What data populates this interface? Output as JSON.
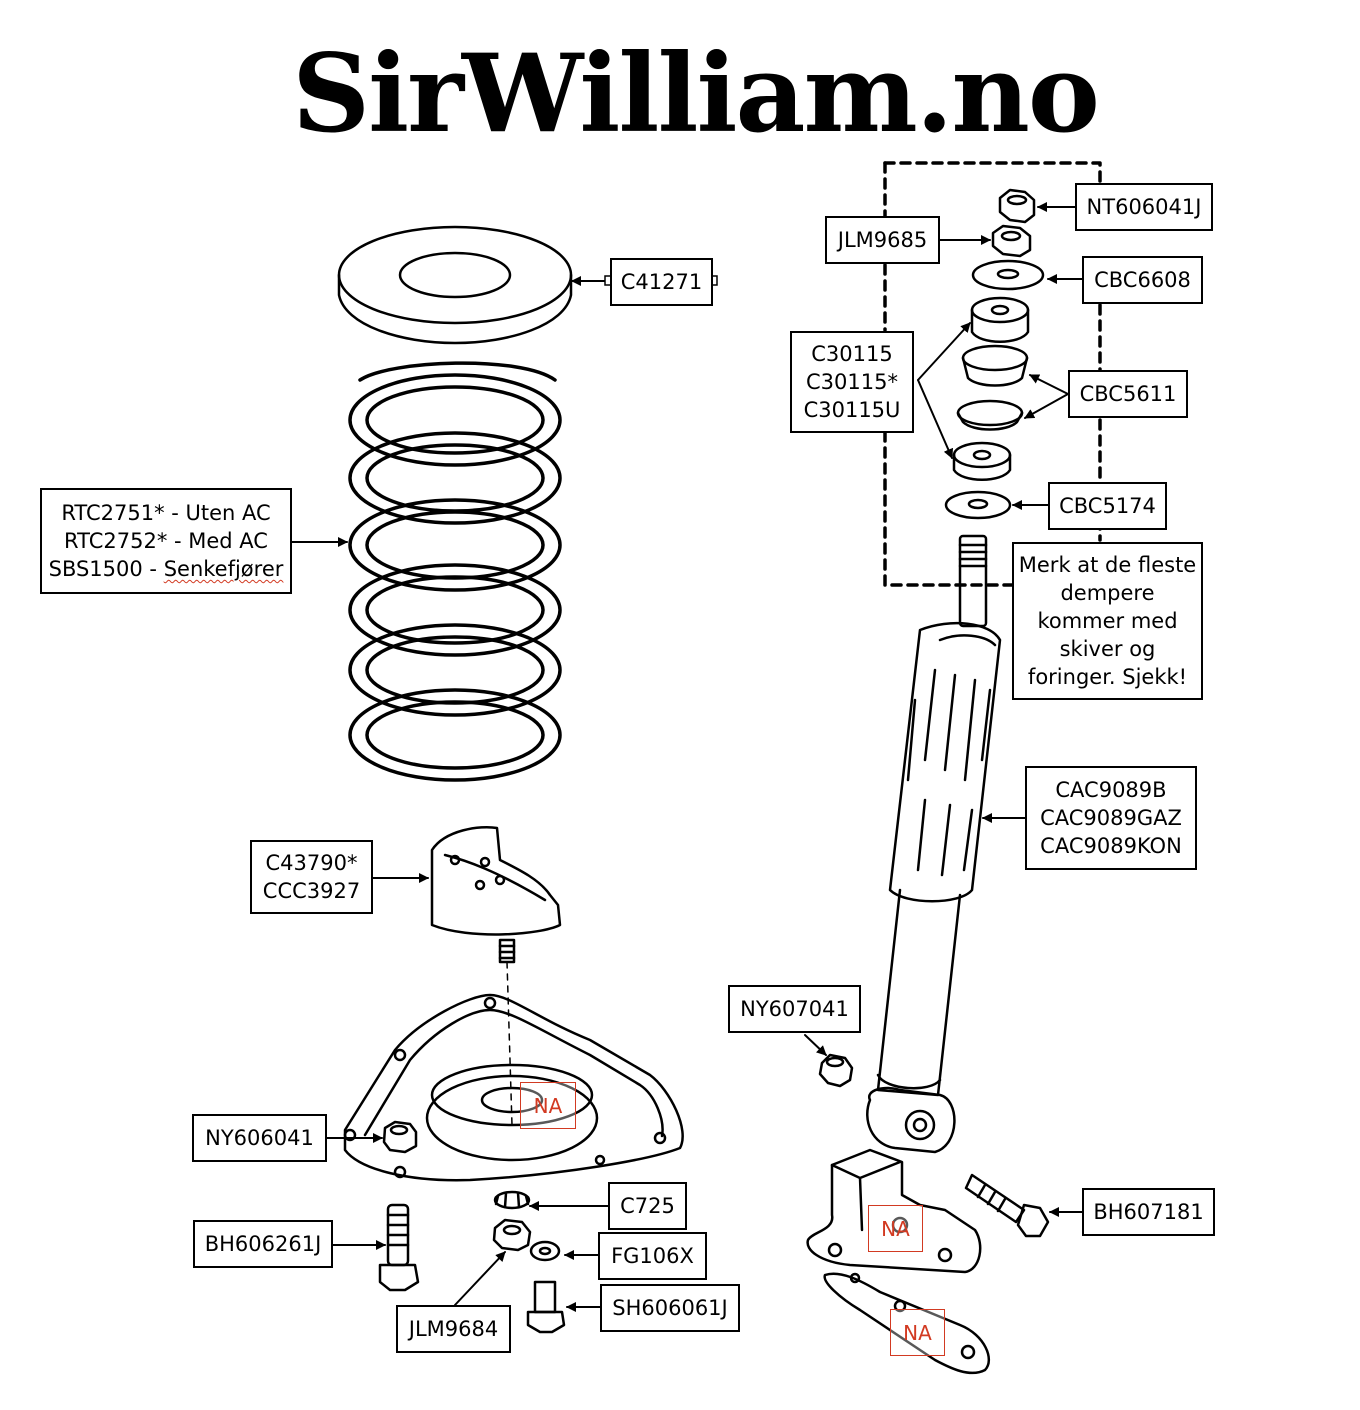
{
  "logo": "SirWilliam.no",
  "labels": {
    "nt606041j": "NT606041J",
    "jlm9685": "JLM9685",
    "cbc6608": "CBC6608",
    "c41271": "C41271",
    "c30115": "C30115\nC30115*\nC30115U",
    "cbc5611": "CBC5611",
    "cbc5174": "CBC5174",
    "spring_line1": "RTC2751* - Uten AC",
    "spring_line2": "RTC2752* - Med AC",
    "spring_line3_prefix": "SBS1500 - ",
    "spring_line3_word": "Senkefjører",
    "note": "Merk at de fleste\ndempere\nkommer med\nskiver og\nforinger. Sjekk!",
    "cac9089": "CAC9089B\nCAC9089GAZ\nCAC9089KON",
    "c43790": "C43790*\nCCC3927",
    "ny607041": "NY607041",
    "ny606041": "NY606041",
    "c725": "C725",
    "bh607181": "BH607181",
    "bh606261j": "BH606261J",
    "fg106x": "FG106X",
    "sh606061j": "SH606061J",
    "jlm9684": "JLM9684"
  },
  "not_available_marks": [
    "NA",
    "NA",
    "NA"
  ],
  "colors": {
    "ink": "#000000",
    "na_red": "#d23a22",
    "background": "#ffffff"
  }
}
